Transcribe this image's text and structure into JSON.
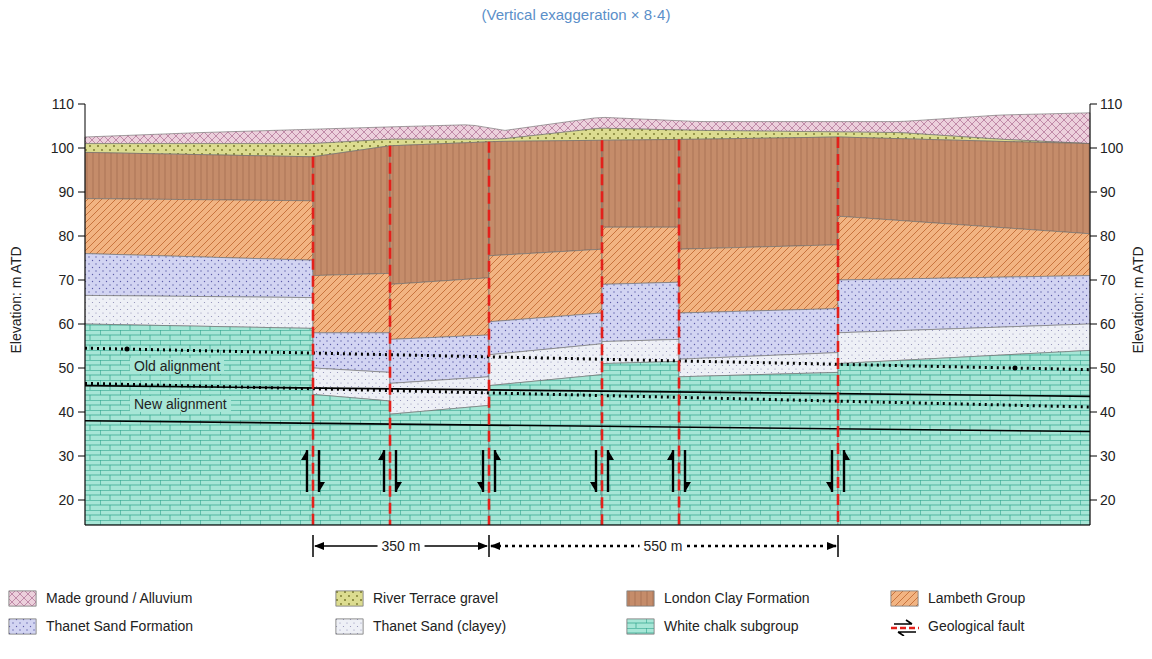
{
  "diagram": {
    "title": "(Vertical exaggeration × 8·4)",
    "labels": [
      "Elevation: m ATD",
      "110",
      "100",
      "90",
      "80",
      "70",
      "60",
      "50",
      "40",
      "30",
      "20",
      "Elevation: m ATD",
      "110",
      "100",
      "90",
      "80",
      "70",
      "60",
      "50",
      "40",
      "30",
      "20",
      "Old alignment",
      "New alignment",
      "350 m",
      "550 m"
    ],
    "legend": [
      {
        "text": "Made ground / Alluvium",
        "color": "#ecd0dc"
      },
      {
        "text": "River Terrace gravel",
        "color": "#dcdc90"
      },
      {
        "text": "London Clay Formation",
        "color": "#c58c6a"
      },
      {
        "text": "Lambeth Group",
        "color": "#f2b482"
      },
      {
        "text": "Thanet Sand Formation",
        "color": "#d2d4f2"
      },
      {
        "text": "Thanet Sand (clayey)",
        "color": "#eef0f6"
      },
      {
        "text": "White chalk subgroup",
        "color": "#a6e6d6"
      },
      {
        "text": "Geological fault"
      }
    ]
  }
}
